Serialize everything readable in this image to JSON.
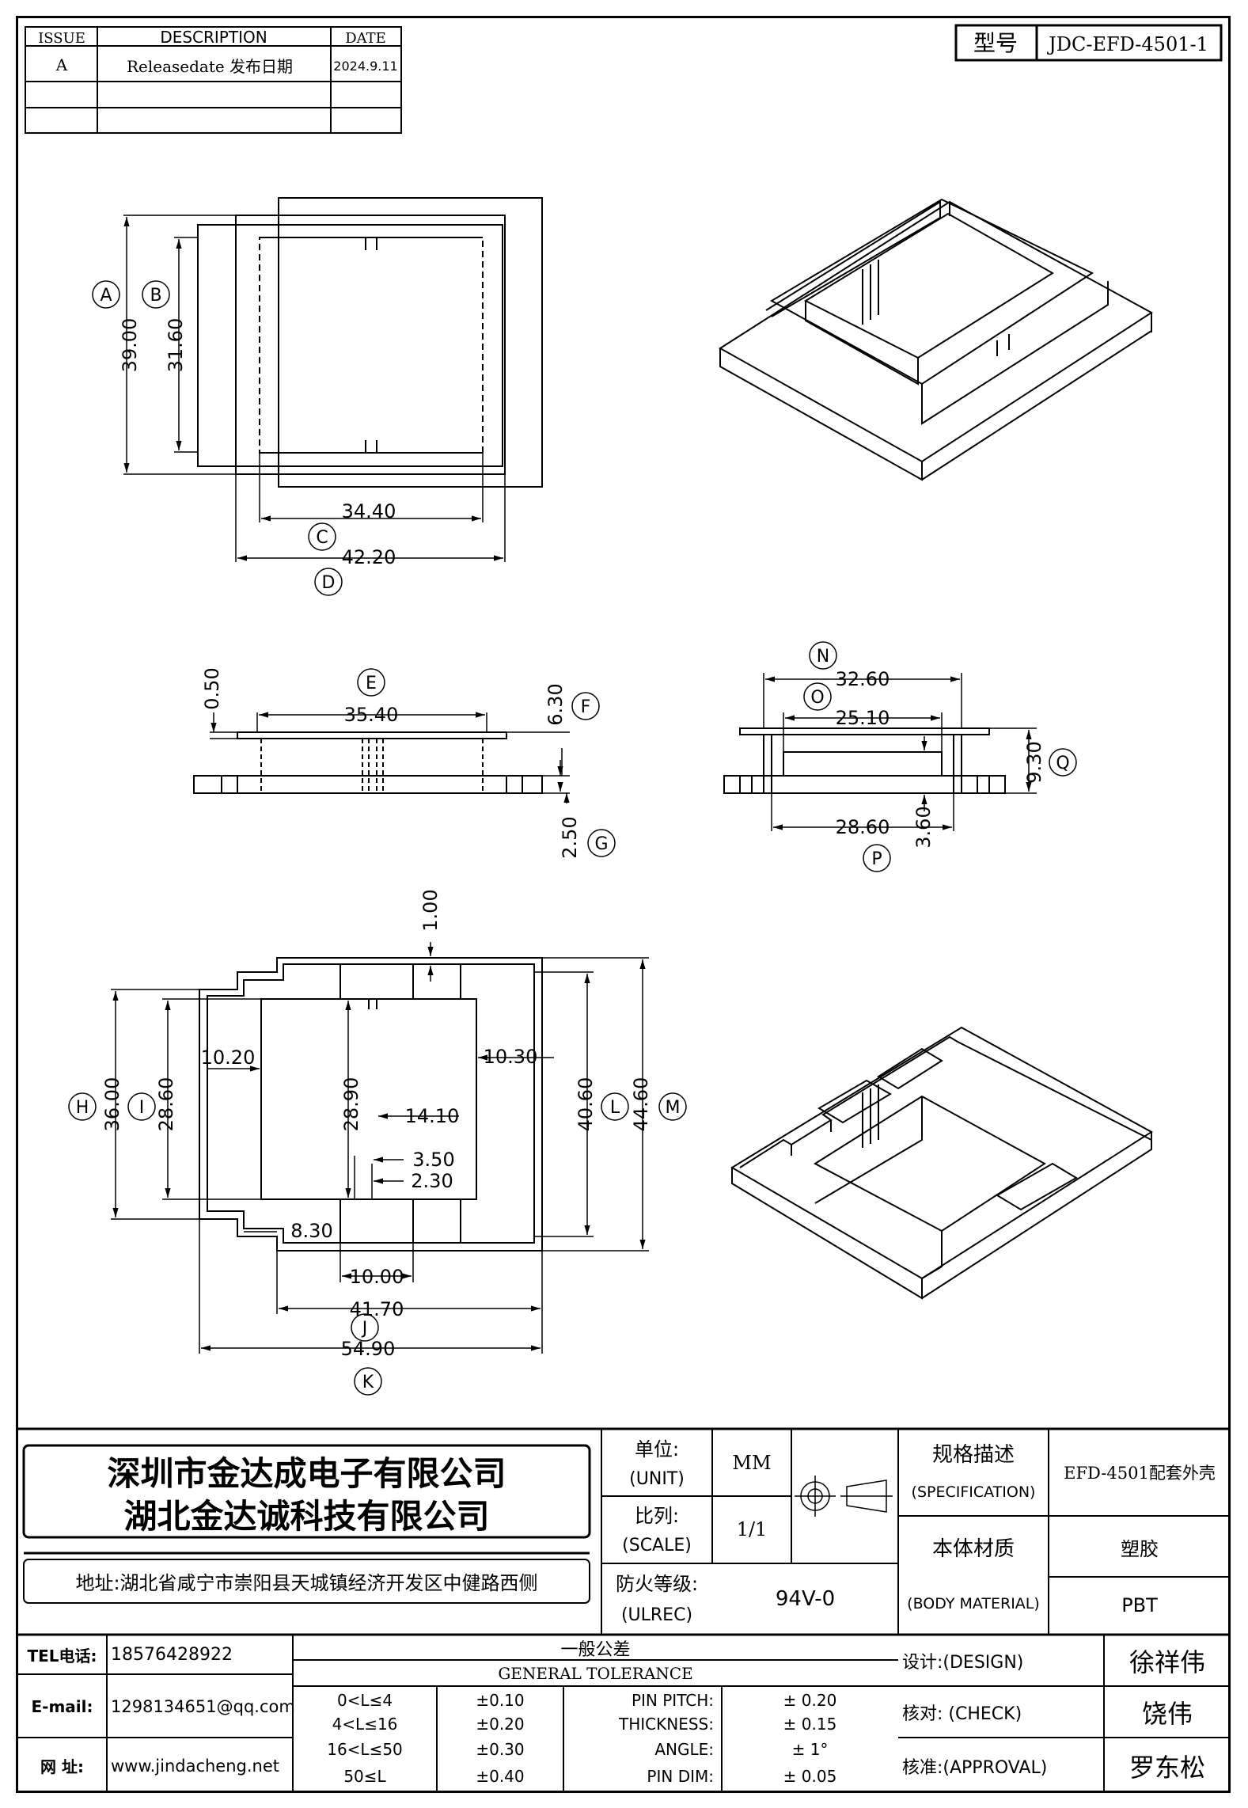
{
  "revision_table": {
    "headers": {
      "issue": "ISSUE",
      "description": "DESCRIPTION",
      "date": "DATE"
    },
    "rows": [
      {
        "issue": "A",
        "description": "Releasedate 发布日期",
        "date": "2024.9.11"
      }
    ]
  },
  "model": {
    "label": "型号",
    "value": "JDC-EFD-4501-1"
  },
  "top_view": {
    "A": "A",
    "B": "B",
    "C": "C",
    "D": "D",
    "dim_a": "39.00",
    "dim_b": "31.60",
    "dim_c": "34.40",
    "dim_d": "42.20"
  },
  "side_view_1": {
    "E": "E",
    "F": "F",
    "G": "G",
    "dim_e": "35.40",
    "dim_f": "6.30",
    "dim_g": "2.50",
    "dim_top": "0.50"
  },
  "side_view_2": {
    "N": "N",
    "O": "O",
    "P": "P",
    "Q": "Q",
    "dim_n": "32.60",
    "dim_o": "25.10",
    "dim_p": "28.60",
    "dim_q": "9.30",
    "dim_r": "3.60"
  },
  "bottom_view": {
    "H": "H",
    "I": "I",
    "J": "J",
    "K": "K",
    "L": "L",
    "M": "M",
    "dim_h": "36.00",
    "dim_i": "28.60",
    "dim_j": "41.70",
    "dim_k": "54.90",
    "dim_l": "40.60",
    "dim_m": "44.60",
    "dim_1": "1.00",
    "dim_2": "10.20",
    "dim_3": "10.30",
    "dim_4": "28.90",
    "dim_5": "14.10",
    "dim_6": "3.50",
    "dim_7": "2.30",
    "dim_8": "8.30",
    "dim_9": "10.00"
  },
  "title_block": {
    "company_1": "深圳市金达成电子有限公司",
    "company_2": "湖北金达诚科技有限公司",
    "address": "地址:湖北省咸宁市崇阳县天城镇经济开发区中健路西侧",
    "unit_label": "单位:",
    "unit_label_en": "(UNIT)",
    "unit_value": "MM",
    "scale_label": "比列:",
    "scale_label_en": "(SCALE)",
    "scale_value": "1/1",
    "fire_label": "防火等级:",
    "fire_label_en": "(ULREC)",
    "fire_value": "94V-0",
    "spec_label": "规格描述",
    "spec_label_en": "(SPECIFICATION)",
    "spec_value": "EFD-4501配套外壳",
    "material_label": "本体材质",
    "material_label_en": "(BODY MATERIAL)",
    "material_value_1": "塑胶",
    "material_value_2": "PBT",
    "tel_label": "TEL电话:",
    "tel_value": "18576428922",
    "email_label": "E-mail:",
    "email_value": "1298134651@qq.com",
    "web_label": "网  址:",
    "web_value": "www.jindacheng.net",
    "tolerance_cn": "一般公差",
    "tolerance_en": "GENERAL TOLERANCE",
    "tolerances": [
      {
        "range": "0<L≤4",
        "value": "±0.10"
      },
      {
        "range": "4<L≤16",
        "value": "±0.20"
      },
      {
        "range": "16<L≤50",
        "value": "±0.30"
      },
      {
        "range": "50≤L",
        "value": "±0.40"
      }
    ],
    "other_tol": [
      {
        "label": "PIN PITCH:",
        "value": "±  0.20"
      },
      {
        "label": "THICKNESS:",
        "value": "±  0.15"
      },
      {
        "label": "ANGLE:",
        "value": "±  1°"
      },
      {
        "label": "PIN DIM:",
        "value": "±  0.05"
      }
    ],
    "design_label": "设计:(DESIGN)",
    "design_value": "徐祥伟",
    "check_label": "核对: (CHECK)",
    "check_value": "饶伟",
    "approval_label": "核准:(APPROVAL)",
    "approval_value": "罗东松"
  }
}
